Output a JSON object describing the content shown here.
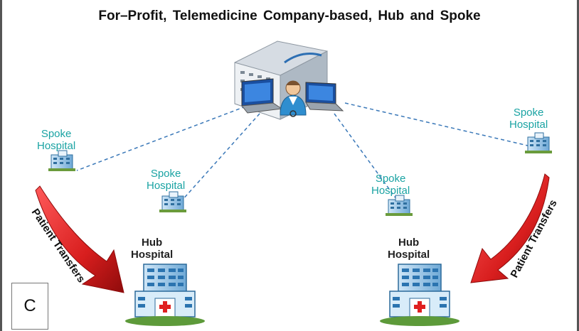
{
  "title": "For–Profit, Telemedicine Company-based, Hub and Spoke",
  "spokes": [
    {
      "line1": "Spoke",
      "line2": "Hospital"
    },
    {
      "line1": "Spoke",
      "line2": "Hospital"
    },
    {
      "line1": "Spoke",
      "line2": "Hospital"
    },
    {
      "line1": "Spoke",
      "line2": "Hospital"
    }
  ],
  "hubs": [
    {
      "line1": "Hub",
      "line2": "Hospital"
    },
    {
      "line1": "Hub",
      "line2": "Hospital"
    }
  ],
  "transfers": [
    "Patient Transfers",
    "Patient Transfers"
  ],
  "panel_letter": "C",
  "colors": {
    "spoke_text": "#1aa3a3",
    "connector": "#3a78b8",
    "arrow": "#d81e1e"
  },
  "icons": [
    "telemedicine-center-icon",
    "physician-icon",
    "laptop-icon",
    "hospital-icon"
  ]
}
